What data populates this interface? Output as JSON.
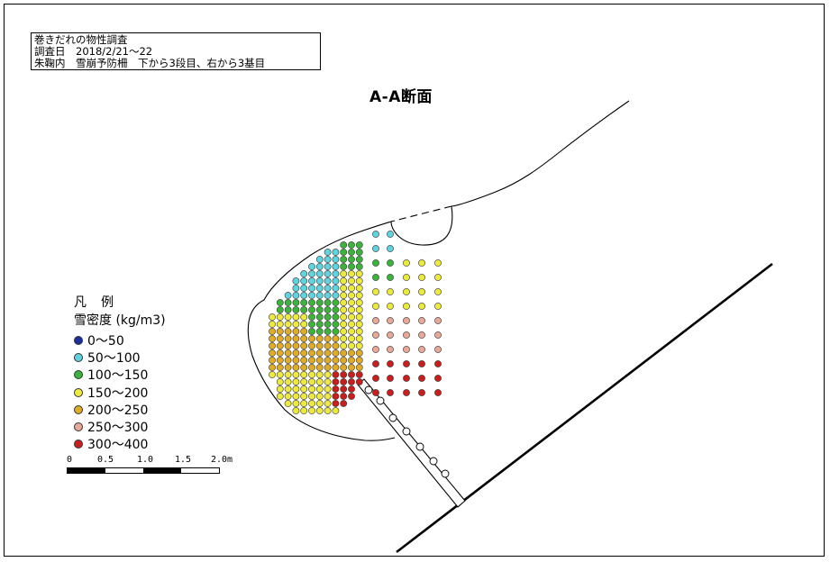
{
  "info": {
    "line1": "巻きだれの物性調査",
    "line2": "調査日　2018/2/21～22",
    "line3": "朱鞠内　雪崩予防柵　下から3段目、右から3基目"
  },
  "section_title": "A-A断面",
  "legend": {
    "title_char1": "凡",
    "title_char2": "例",
    "subtitle": "雪密度 (kg/m3)",
    "items": [
      {
        "label": "0～50",
        "color": "#1a2fa0"
      },
      {
        "label": "50～100",
        "color": "#5fd4df"
      },
      {
        "label": "100～150",
        "color": "#3cb43c"
      },
      {
        "label": "150～200",
        "color": "#ecea3c"
      },
      {
        "label": "200～250",
        "color": "#e0ac28"
      },
      {
        "label": "250～300",
        "color": "#e8a898"
      },
      {
        "label": "300～400",
        "color": "#c81e1e"
      }
    ]
  },
  "scale": {
    "labels": [
      "0",
      "0.5",
      "1.0",
      "1.5",
      "2.0m"
    ]
  },
  "colors": {
    "line": "#000000",
    "open_marker": "#ffffff"
  }
}
